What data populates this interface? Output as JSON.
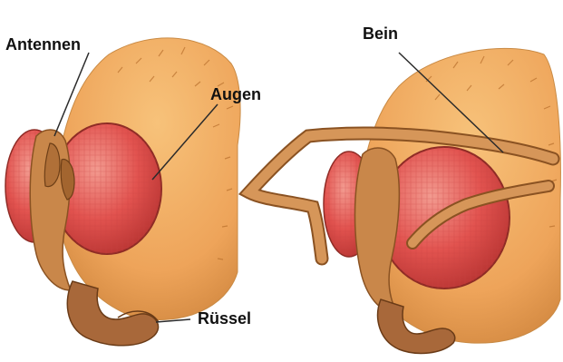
{
  "labels": {
    "antennae": "Antennen",
    "eyes": "Augen",
    "leg": "Bein",
    "proboscis": "Rüssel"
  },
  "colors": {
    "head": "#f0a95e",
    "head_dark": "#b9772f",
    "eye": "#e0524f",
    "eye_highlight": "#f08a82",
    "appendage": "#c9874a",
    "leader_line": "#2b2b2b"
  },
  "icons": {
    "left_panel": "fly-head-left-illustration",
    "right_panel": "fly-head-cleaning-illustration"
  }
}
